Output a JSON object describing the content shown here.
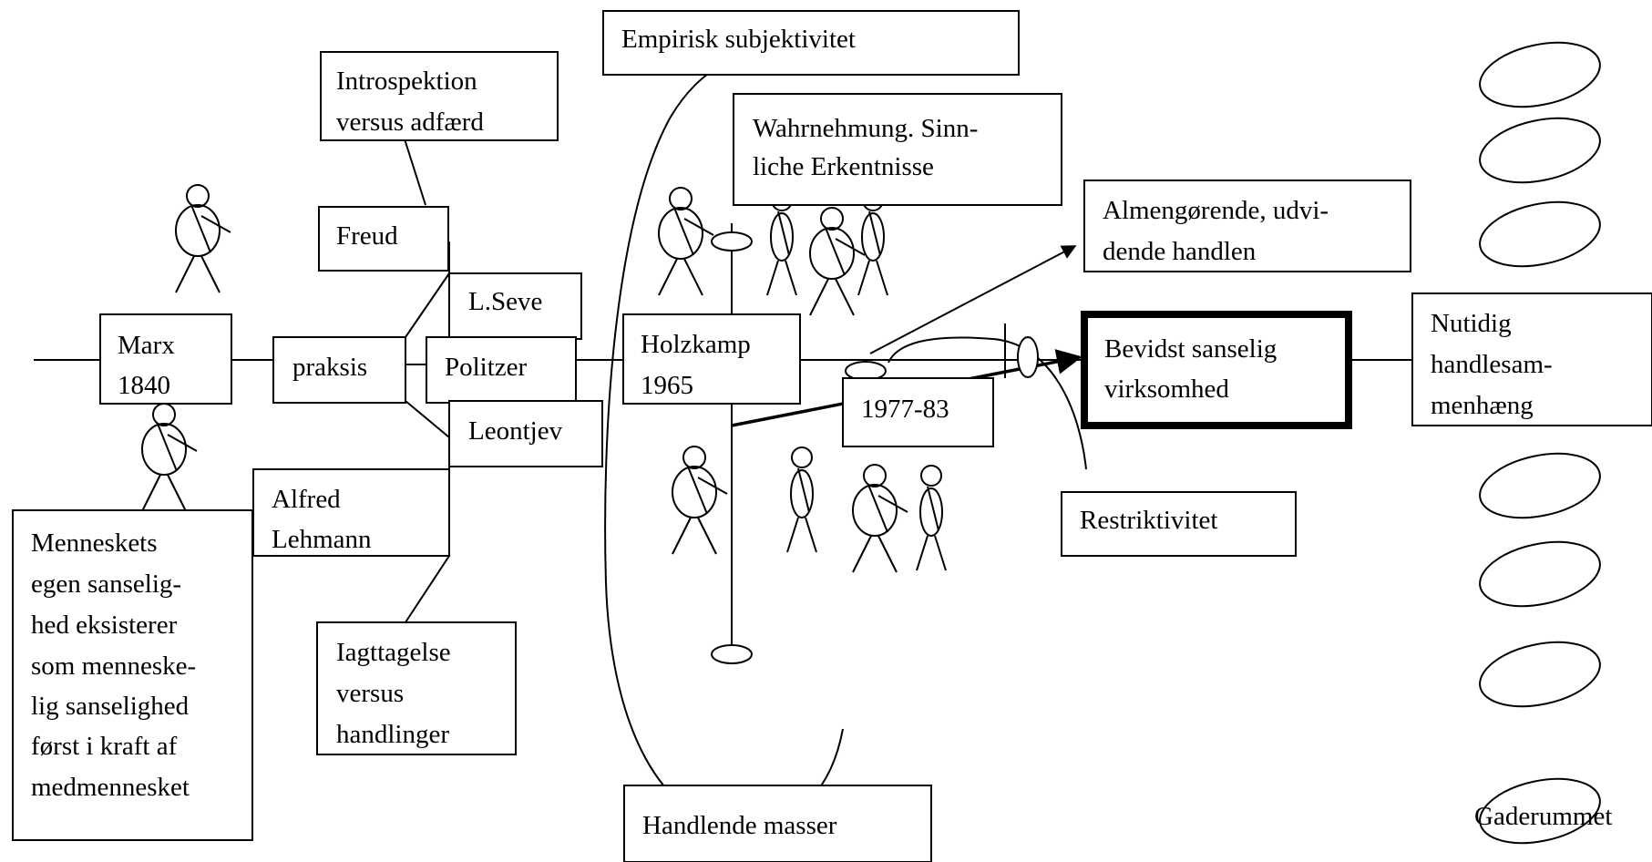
{
  "boxes": {
    "empirisk": "Empirisk subjektivitet",
    "introspektion": [
      "Introspektion",
      "versus adfærd"
    ],
    "wahrnehmung": [
      "Wahrnehmung.  Sinn-",
      "liche Erkentnisse"
    ],
    "freud": "Freud",
    "almengorende": [
      "Almengørende,  udvi-",
      "dende handlen"
    ],
    "lseve": "L.Seve",
    "marx": [
      "Marx",
      "1840"
    ],
    "praksis": "praksis",
    "politzer": "Politzer",
    "holzkamp": [
      "Holzkamp",
      "1965"
    ],
    "year_1977": "1977-83",
    "bevidst": [
      "Bevidst  sanselig",
      "virksomhed"
    ],
    "nutidig": [
      "Nutidig",
      "handlesam-",
      "menhæng"
    ],
    "leontjev": "Leontjev",
    "lehmann": [
      "Alfred",
      "Lehmann"
    ],
    "restriktivitet": "Restriktivitet",
    "menneskets": [
      "Menneskets",
      "egen    sanselig-",
      "hed    eksisterer",
      "som menneske-",
      "lig  sanselighed",
      "først  i  kraft  af",
      "medmennesket"
    ],
    "iagttagelse": [
      "Iagttagelse",
      "versus",
      "handlinger"
    ],
    "handlende": "Handlende masser",
    "gaderummet": "Gaderummet"
  }
}
